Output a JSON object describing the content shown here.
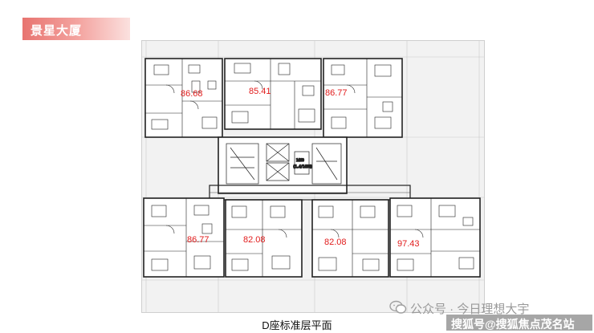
{
  "header": {
    "title": "景星大厦"
  },
  "plan": {
    "caption": "D座标准层平面",
    "core_labels": [
      "1460",
      "(1.4/1460)"
    ],
    "areas": [
      {
        "id": "u1",
        "value": "86.68"
      },
      {
        "id": "u2",
        "value": "85.41"
      },
      {
        "id": "u3",
        "value": "86.77"
      },
      {
        "id": "u4",
        "value": "86.77"
      },
      {
        "id": "u5",
        "value": "82.08"
      },
      {
        "id": "u6",
        "value": "82.08"
      },
      {
        "id": "u7",
        "value": "97.43"
      }
    ]
  },
  "watermark": {
    "text": "公众号 · 今日理想大宇"
  },
  "source": {
    "text": "搜狐号@搜狐焦点茂名站"
  },
  "colors": {
    "banner": "#e87470",
    "area_label": "#e11b1b"
  }
}
